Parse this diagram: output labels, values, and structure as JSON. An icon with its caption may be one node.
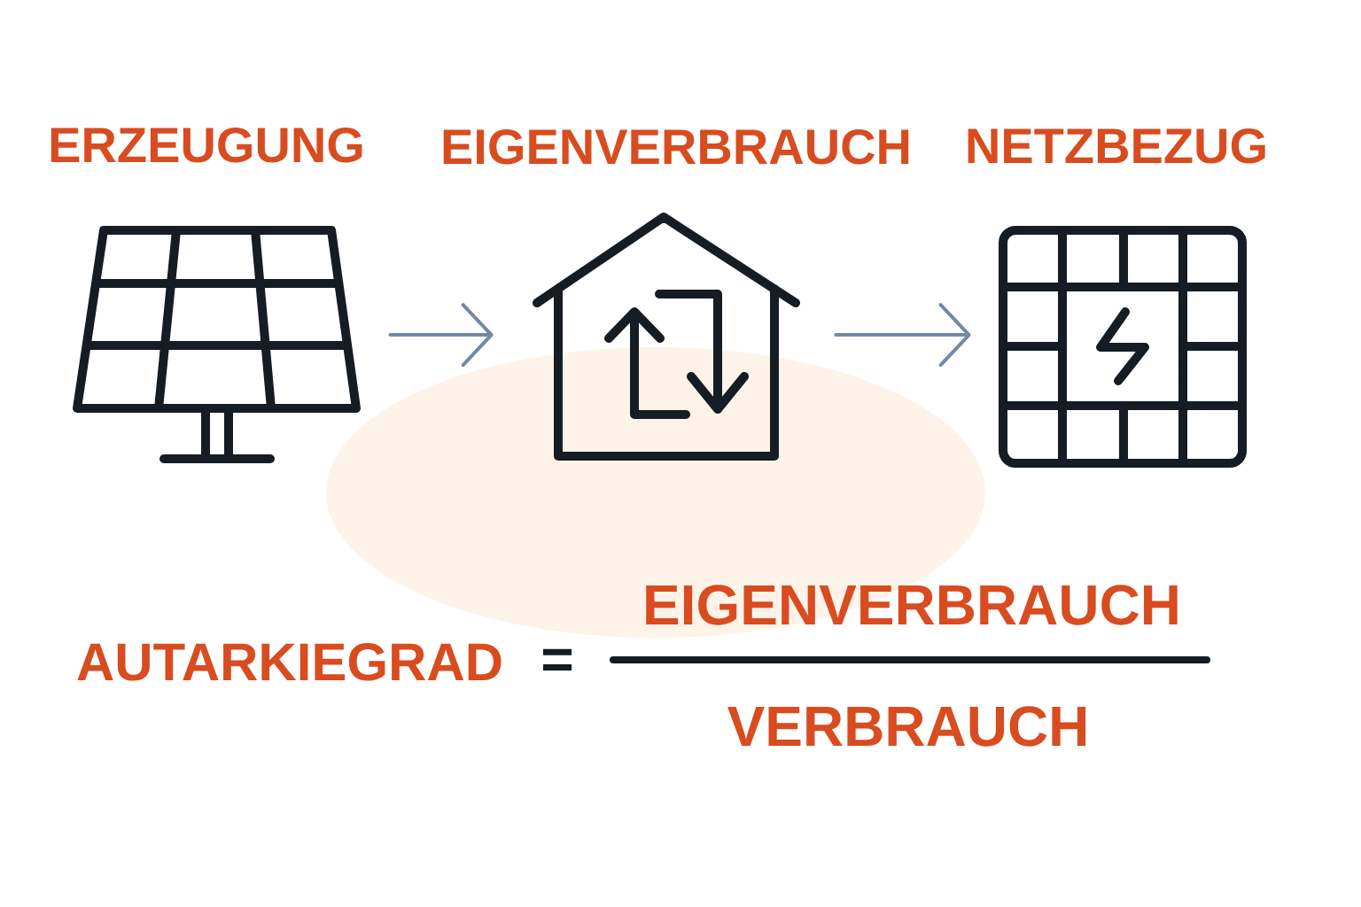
{
  "diagram": {
    "nodes": [
      {
        "text": [
          "ERZEUGUNG"
        ]
      },
      {
        "text": [
          "EIGENVERBRAUCH"
        ]
      },
      {
        "text": [
          "NETZBEZUG"
        ]
      }
    ],
    "edges": [
      {
        "from": 0,
        "to": 1,
        "arrow": "to"
      },
      {
        "from": 1,
        "to": 2,
        "arrow": "to"
      }
    ],
    "labels": [
      "AUTARKIEGRAD",
      "=",
      "EIGENVERBRAUCH",
      "VERBRAUCH"
    ]
  }
}
